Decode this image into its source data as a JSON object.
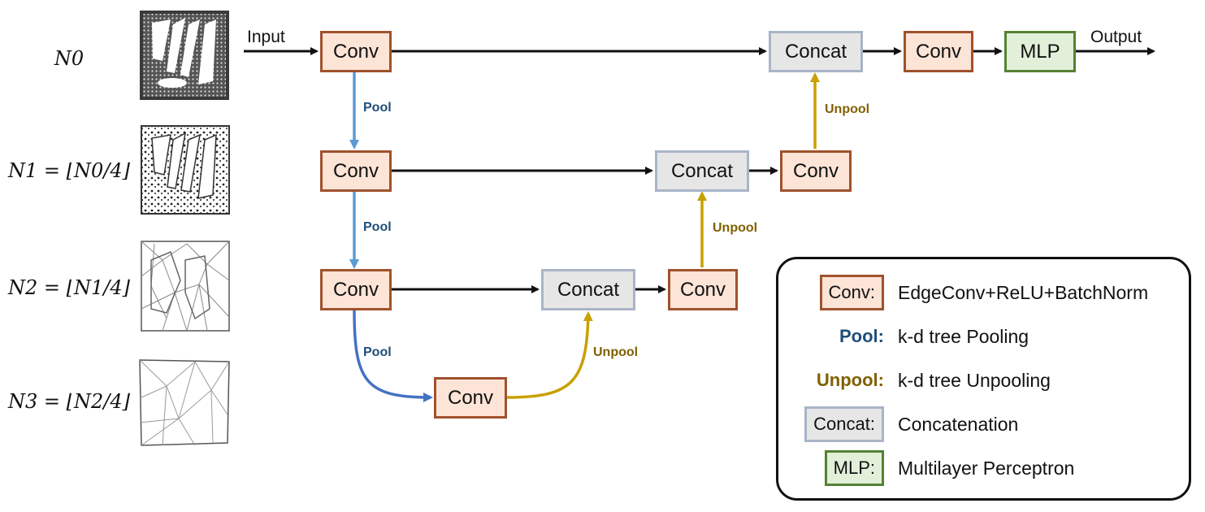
{
  "levels": [
    {
      "label": "N0"
    },
    {
      "label": "N1 = ⌊N0/4⌋"
    },
    {
      "label": "N2 = ⌊N1/4⌋"
    },
    {
      "label": "N3 = ⌊N2/4⌋"
    }
  ],
  "nodes": {
    "conv": "Conv",
    "concat": "Concat",
    "mlp": "MLP",
    "input": "Input",
    "output": "Output",
    "pool": "Pool",
    "unpool": "Unpool"
  },
  "legend": {
    "items": [
      {
        "key": "Conv:",
        "desc": "EdgeConv+ReLU+BatchNorm"
      },
      {
        "key": "Pool:",
        "desc": "k-d tree Pooling"
      },
      {
        "key": "Unpool:",
        "desc": "k-d tree Unpooling"
      },
      {
        "key": "Concat:",
        "desc": "Concatenation"
      },
      {
        "key": "MLP:",
        "desc": "Multilayer Perceptron"
      }
    ]
  },
  "colors": {
    "conv_fill": "#fce4d6",
    "conv_border": "#a0522d",
    "concat_fill": "#e7e6e6",
    "concat_border": "#a9b4c8",
    "mlp_fill": "#e2efd9",
    "mlp_border": "#548235",
    "pool_arrow": "#5b9bd5",
    "pool_text": "#1f4e79",
    "unpool_arrow": "#c8a000",
    "unpool_text": "#806000"
  }
}
